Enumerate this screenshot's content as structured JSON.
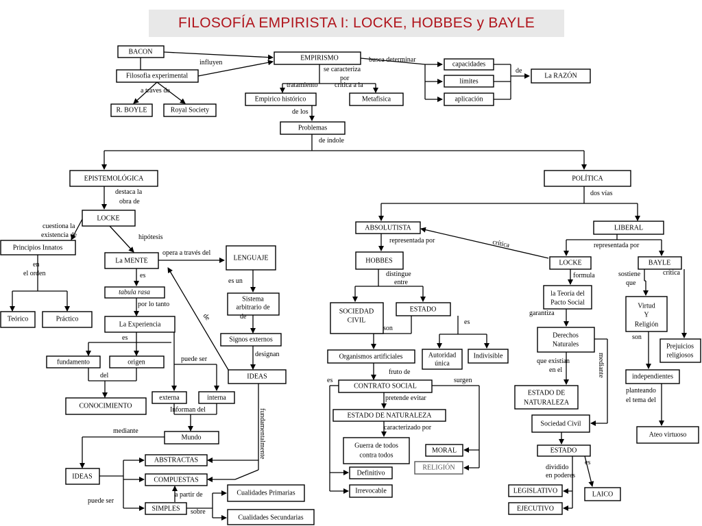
{
  "title": "FILOSOFÍA EMPIRISTA I: LOCKE, HOBBES y BAYLE",
  "nodes": {
    "bacon": "BACON",
    "filosofia_experimental": "Filosofia experimental",
    "r_boyle": "R. BOYLE",
    "royal_society": "Royal Society",
    "empirismo": "EMPIRISMO",
    "empirico_historico": "Empirico histórico",
    "metafisica": "Metafisica",
    "capacidades": "capacidades",
    "limites": "límites",
    "aplicacion": "aplicación",
    "la_razon": "La RAZÓN",
    "problemas": "Problemas",
    "epistemologica": "EPISTEMOLÓGICA",
    "politica": "POLÍTICA",
    "locke": "LOCKE",
    "principios_innatos": "Principios Innatos",
    "teorico": "Teórico",
    "practico": "Práctico",
    "la_mente": "La MENTE",
    "lenguaje": "LENGUAJE",
    "tabula_rasa": "tabula rasa",
    "sistema_arbitrario_1": "Sistema",
    "sistema_arbitrario_2": "arbitrario de",
    "la_experiencia": "La Experiencia",
    "signos_externos": "Signos externos",
    "fundamento": "fundamento",
    "origen": "origen",
    "ideas_locke": "IDEAS",
    "conocimiento": "CONOCIMIENTO",
    "externa": "externa",
    "interna": "interna",
    "mundo": "Mundo",
    "ideas_tipos": "IDEAS",
    "abstractas": "ABSTRACTAS",
    "compuestas": "COMPUESTAS",
    "simples": "SIMPLES",
    "cualidades_primarias": "Cualidades Primarias",
    "cualidades_secundarias": "Cualidades Secundarias",
    "absolutista": "ABSOLUTISTA",
    "liberal": "LIBERAL",
    "hobbes": "HOBBES",
    "locke_pol": "LOCKE",
    "bayle": "BAYLE",
    "sociedad_civil_1": "SOCIEDAD",
    "sociedad_civil_2": "CIVIL",
    "estado": "ESTADO",
    "organismos_artificiales": "Organismos artificiales",
    "autoridad_unica_1": "Autoridad",
    "autoridad_unica_2": "única",
    "indivisible": "Indivisible",
    "contrato_social": "CONTRATO SOCIAL",
    "estado_naturaleza": "ESTADO DE NATURALEZA",
    "guerra_1": "Guerra de todos",
    "guerra_2": "contra todos",
    "moral": "MORAL",
    "religion": "RELIGIÓN",
    "definitivo": "Definitivo",
    "irrevocable": "Irrevocable",
    "teoria_pacto_1": "la Teoría del",
    "teoria_pacto_2": "Pacto Social",
    "derechos_naturales_1": "Derechos",
    "derechos_naturales_2": "Naturales",
    "estado_naturaleza_l1": "ESTADO DE",
    "estado_naturaleza_l2": "NATURALEZA",
    "sociedad_civil_l": "Sociedad Civil",
    "estado_l": "ESTADO",
    "legislativo": "LEGISLATIVO",
    "ejecutivo": "EJECUTIVO",
    "laico": "LAICO",
    "virtud_1": "Virtud",
    "virtud_2": "Y",
    "virtud_3": "Religión",
    "prejuicios_1": "Prejuicios",
    "prejuicios_2": "religiosos",
    "independientes": "independientes",
    "ateo_virtuoso": "Ateo virtuoso"
  },
  "links": {
    "influyen": "influyen",
    "a_traves_de": "a traves de",
    "busca_determinar": "busca determinar",
    "se_caracteriza": "se caracteriza",
    "por": "por",
    "tratamiento": "tratamiento",
    "critica_a_la": "crítica a la",
    "de": "de",
    "de_los": "de los",
    "de_indole": "de índole",
    "destaca_la": "destaca la",
    "obra_de": "obra de",
    "cuestiona_la": "cuestiona la",
    "existencia_de": "existencia de",
    "hipotesis": "hipótesis",
    "en": "en",
    "el_orden": "el orden",
    "opera_a_traves_del": "opera a través del",
    "es": "es",
    "es_un": "es un",
    "por_lo_tanto": "por lo tanto",
    "de_diag": "de",
    "de_sistema": "de",
    "es_exp": "es",
    "del": "del",
    "puede_ser": "puede ser",
    "designan": "designan",
    "informan_del": "Informan del",
    "mediante": "mediante",
    "fundamentalmente": "fundamentalmente",
    "puede_ser_2": "puede ser",
    "a_partir_de": "a partir de",
    "sobre": "sobre",
    "dos_vias": "dos vías",
    "representada_por": "representada por",
    "critica": "crítica",
    "representada_por_2": "representada por",
    "distingue": "distingue",
    "entre": "entre",
    "son": "son",
    "es_estado": "es",
    "fruto_de": "fruto de",
    "es_left": "es",
    "surgen": "surgen",
    "pretende_evitar": "pretende evitar",
    "caracterizado_por": "caracterizado por",
    "formula": "formula",
    "garantiza": "garantiza",
    "que_existian": "que existían",
    "en_el": "en el",
    "mediante_v": "mediante",
    "dividido": "dividido",
    "en_poderes": "en poderes",
    "es_laico": "es",
    "sostiene": "sostiene",
    "que": "que",
    "critica_bayle": "crítica",
    "son_bayle": "son",
    "planteando": "planteando",
    "el_tema_del": "el tema del"
  },
  "colors": {
    "title_text": "#b0141c",
    "title_bg": "#e8e8e8",
    "muted": "#555555"
  }
}
